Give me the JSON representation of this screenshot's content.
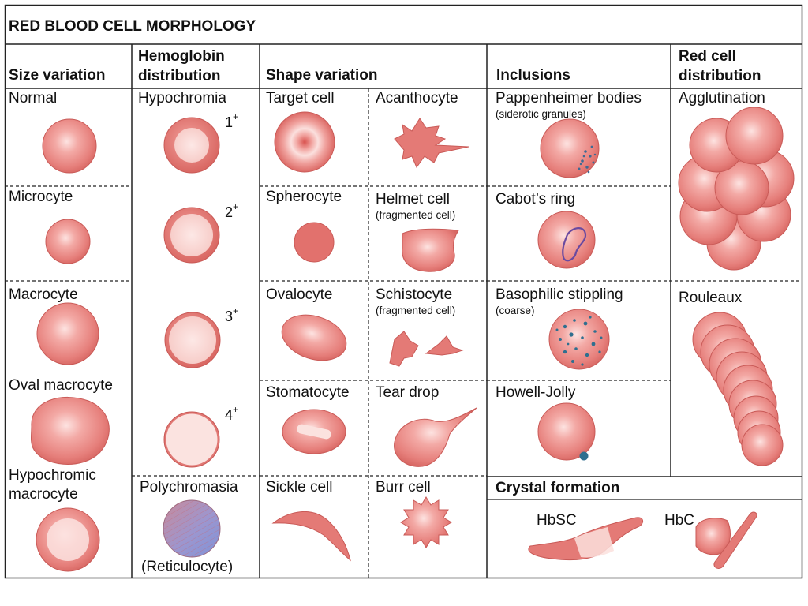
{
  "title": "RED BLOOD CELL MORPHOLOGY",
  "headers": {
    "size": "Size variation",
    "hemo_1": "Hemoglobin",
    "hemo_2": "distribution",
    "shape": "Shape variation",
    "inclusions": "Inclusions",
    "red_1": "Red cell",
    "red_2": "distribution"
  },
  "size": {
    "normal": "Normal",
    "microcyte": "Microcyte",
    "macrocyte": "Macrocyte",
    "oval_macrocyte": "Oval macrocyte",
    "hypo_macro_1": "Hypochromic",
    "hypo_macro_2": "macrocyte"
  },
  "hemo": {
    "hypochromia": "Hypochromia",
    "grade_1": "1",
    "grade_2": "2",
    "grade_3": "3",
    "grade_4": "4",
    "plus": "+",
    "polychromasia": "Polychromasia",
    "reticulocyte": "(Reticulocyte)"
  },
  "shape": {
    "target_cell": "Target cell",
    "acanthocyte": "Acanthocyte",
    "spherocyte": "Spherocyte",
    "helmet_cell": "Helmet cell",
    "helmet_sub": "(fragmented cell)",
    "ovalocyte": "Ovalocyte",
    "schistocyte": "Schistocyte",
    "schistocyte_sub": "(fragmented cell)",
    "stomatocyte": "Stomatocyte",
    "tear_drop": "Tear drop",
    "sickle_cell": "Sickle cell",
    "burr_cell": "Burr cell"
  },
  "inclusions": {
    "pappenheimer": "Pappenheimer bodies",
    "pappenheimer_sub": "(siderotic granules)",
    "cabots_ring": "Cabot’s ring",
    "basophilic": "Basophilic stippling",
    "basophilic_sub": "(coarse)",
    "howell_jolly": "Howell-Jolly",
    "crystal_formation": "Crystal formation",
    "hbsc": "HbSC",
    "hbc": "HbC"
  },
  "red": {
    "agglutination": "Agglutination",
    "rouleaux": "Rouleaux"
  },
  "colors": {
    "cell_fill": "#e8837f",
    "cell_edge": "#c95a57",
    "cell_highlight": "#fde3e1",
    "pale_center": "#fbe6e4",
    "stippling": "#2f6f8f",
    "cabot_ring": "#6a4aa0",
    "polychromasia": "#8a8fd6"
  }
}
